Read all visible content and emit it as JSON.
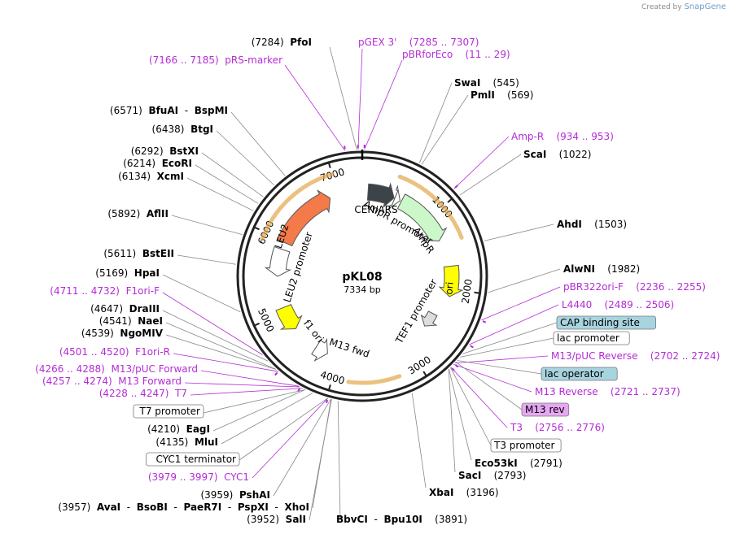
{
  "watermark": {
    "prefix": "Created by",
    "brand": "SnapGene",
    "brand_color": "#6b9fc9"
  },
  "plasmid": {
    "name": "pKL08",
    "length_label": "7334 bp",
    "length": 7334
  },
  "colors": {
    "primer": "#b42bd6",
    "site": "#000000",
    "leader": "#888888",
    "ring": "#222222",
    "orf_highlight": "#e3a74b",
    "leu2": "#f47a4a",
    "ampr": "#cbf7c9",
    "ori": "#ffff00",
    "f1ori": "#ffff00",
    "cen_ars": "#3c4449",
    "promoter": "#ffffff",
    "feature_box_blue": "#a8d4e0",
    "feature_box_purple": "#e6a8f3"
  },
  "ruler": [
    "1000",
    "2000",
    "3000",
    "4000",
    "5000",
    "6000",
    "7000"
  ],
  "features": [
    {
      "name": "LEU2",
      "kind": "cds"
    },
    {
      "name": "LEU2 promoter",
      "kind": "promoter"
    },
    {
      "name": "CEN/ARS",
      "kind": "misc"
    },
    {
      "name": "AmpR",
      "kind": "cds"
    },
    {
      "name": "AmpR promoter",
      "kind": "promoter"
    },
    {
      "name": "ori",
      "kind": "origin"
    },
    {
      "name": "TEF1 promoter",
      "kind": "promoter"
    },
    {
      "name": "f1 ori",
      "kind": "origin"
    },
    {
      "name": "M13 fwd",
      "kind": "primer_bind"
    }
  ],
  "right_labels": [
    {
      "type": "site",
      "name": "SwaI",
      "coord": "(545)"
    },
    {
      "type": "site",
      "name": "PmlI",
      "coord": "(569)"
    },
    {
      "type": "primer",
      "name": "Amp-R",
      "coord": "(934 .. 953)"
    },
    {
      "type": "site",
      "name": "ScaI",
      "coord": "(1022)"
    },
    {
      "type": "site",
      "name": "AhdI",
      "coord": "(1503)"
    },
    {
      "type": "site",
      "name": "AlwNI",
      "coord": "(1982)"
    },
    {
      "type": "primer",
      "name": "pBR322ori-F",
      "coord": "(2236 .. 2255)"
    },
    {
      "type": "primer",
      "name": "L4440",
      "coord": "(2489 .. 2506)"
    },
    {
      "type": "box",
      "name": "CAP binding site",
      "style": "blue"
    },
    {
      "type": "box",
      "name": "lac promoter",
      "style": "white"
    },
    {
      "type": "primer",
      "name": "M13/pUC Reverse",
      "coord": "(2702 .. 2724)"
    },
    {
      "type": "box",
      "name": "lac operator",
      "style": "blue"
    },
    {
      "type": "primer",
      "name": "M13 Reverse",
      "coord": "(2721 .. 2737)"
    },
    {
      "type": "box",
      "name": "M13 rev",
      "style": "purple"
    },
    {
      "type": "primer",
      "name": "T3",
      "coord": "(2756 .. 2776)"
    },
    {
      "type": "box",
      "name": "T3 promoter",
      "style": "white"
    },
    {
      "type": "site",
      "name": "Eco53kI",
      "coord": "(2791)"
    },
    {
      "type": "site",
      "name": "SacI",
      "coord": "(2793)"
    },
    {
      "type": "site",
      "name": "XbaI",
      "coord": "(3196)"
    }
  ],
  "top_labels": [
    {
      "type": "site",
      "name": "PfoI",
      "coord": "(7284)"
    },
    {
      "type": "primer",
      "name": "pGEX 3'",
      "coord": "(7285 .. 7307)"
    },
    {
      "type": "primer",
      "name": "pBRforEco",
      "coord": "(11 .. 29)"
    },
    {
      "type": "primer",
      "name": "pRS-marker",
      "coord": "(7166 .. 7185)"
    }
  ],
  "left_labels": [
    {
      "type": "site",
      "name": "BfuAI",
      "name2": "BspMI",
      "coord": "(6571)"
    },
    {
      "type": "site",
      "name": "BtgI",
      "coord": "(6438)"
    },
    {
      "type": "site",
      "name": "BstXI",
      "coord": "(6292)"
    },
    {
      "type": "site",
      "name": "EcoRI",
      "coord": "(6214)"
    },
    {
      "type": "site",
      "name": "XcmI",
      "coord": "(6134)"
    },
    {
      "type": "site",
      "name": "AflII",
      "coord": "(5892)"
    },
    {
      "type": "site",
      "name": "BstEII",
      "coord": "(5611)"
    },
    {
      "type": "site",
      "name": "HpaI",
      "coord": "(5169)"
    },
    {
      "type": "primer",
      "name": "F1ori-F",
      "coord": "(4711 .. 4732)"
    },
    {
      "type": "site",
      "name": "DraIII",
      "coord": "(4647)"
    },
    {
      "type": "site",
      "name": "NaeI",
      "coord": "(4541)"
    },
    {
      "type": "site",
      "name": "NgoMIV",
      "coord": "(4539)"
    },
    {
      "type": "primer",
      "name": "F1ori-R",
      "coord": "(4501 .. 4520)"
    },
    {
      "type": "primer",
      "name": "M13/pUC Forward",
      "coord": "(4266 .. 4288)"
    },
    {
      "type": "primer",
      "name": "M13 Forward",
      "coord": "(4257 .. 4274)"
    },
    {
      "type": "primer",
      "name": "T7",
      "coord": "(4228 .. 4247)"
    },
    {
      "type": "box",
      "name": "T7 promoter",
      "style": "white"
    },
    {
      "type": "site",
      "name": "EagI",
      "coord": "(4210)"
    },
    {
      "type": "site",
      "name": "MluI",
      "coord": "(4135)"
    },
    {
      "type": "box",
      "name": "CYC1 terminator",
      "style": "white"
    },
    {
      "type": "primer",
      "name": "CYC1",
      "coord": "(3979 .. 3997)"
    },
    {
      "type": "site",
      "name": "PshAI",
      "coord": "(3959)"
    },
    {
      "type": "site",
      "name": "AvaI",
      "names": [
        "AvaI",
        "BsoBI",
        "PaeR7I",
        "PspXI",
        "XhoI"
      ],
      "coord": "(3957)"
    },
    {
      "type": "site",
      "name": "SalI",
      "coord": "(3952)"
    },
    {
      "type": "site",
      "name": "BbvCI",
      "name2": "Bpu10I",
      "coord": "(3891)"
    }
  ]
}
